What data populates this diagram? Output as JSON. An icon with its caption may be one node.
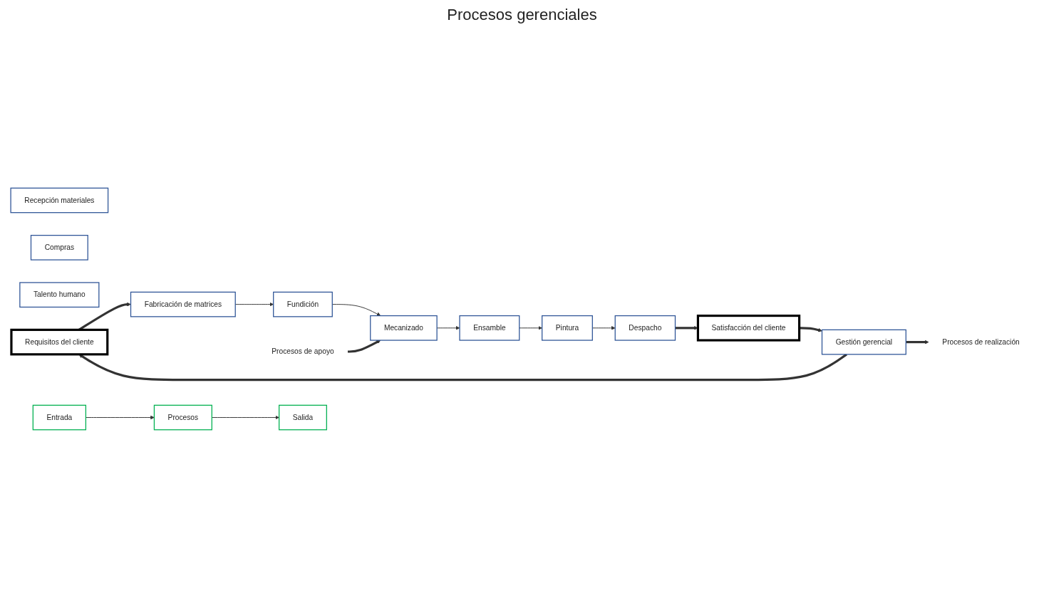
{
  "diagram": {
    "nodes": [
      {
        "text": [
          "Requisitos del cliente"
        ]
      },
      {
        "text": [
          "Gestión gerencial"
        ]
      },
      {
        "text": [
          "Satisfacción del cliente"
        ]
      },
      {
        "text": [
          "Procesos de realización"
        ]
      },
      {
        "text": [
          "Fabricación de matrices"
        ]
      },
      {
        "text": [
          "Fundición"
        ]
      },
      {
        "text": [
          "Mecanizado"
        ]
      },
      {
        "text": [
          "Ensamble"
        ]
      },
      {
        "text": [
          "Pintura"
        ]
      },
      {
        "text": [
          "Despacho"
        ]
      },
      {
        "text": [
          "Procesos de apoyo"
        ]
      },
      {
        "text": [
          "Recepción materiales"
        ]
      },
      {
        "text": [
          "Compras"
        ]
      },
      {
        "text": [
          "Talento humano"
        ]
      },
      {
        "text": [
          "Entrada"
        ]
      },
      {
        "text": [
          "Procesos"
        ]
      },
      {
        "text": [
          "Salida"
        ]
      }
    ],
    "edges": [
      {
        "from": 1,
        "to": 0,
        "arrow": "to",
        "style": "thick"
      },
      {
        "from": 2,
        "to": 1,
        "arrow": "to",
        "style": "thick"
      },
      {
        "from": 1,
        "to": 3,
        "arrow": "to",
        "style": "thick"
      },
      {
        "from": 0,
        "to": 4,
        "arrow": "to",
        "style": "thick"
      },
      {
        "from": 4,
        "to": 5,
        "arrow": "to"
      },
      {
        "from": 5,
        "to": 6,
        "arrow": "to"
      },
      {
        "from": 6,
        "to": 7,
        "arrow": "to"
      },
      {
        "from": 7,
        "to": 8,
        "arrow": "to"
      },
      {
        "from": 8,
        "to": 9,
        "arrow": "to"
      },
      {
        "from": 9,
        "to": 2,
        "arrow": "to",
        "style": "thick"
      },
      {
        "from": 10,
        "to": 6,
        "arrow": "to",
        "style": "thick"
      },
      {
        "from": 14,
        "to": 15,
        "arrow": "to"
      },
      {
        "from": 15,
        "to": 16,
        "arrow": "to"
      }
    ],
    "labels": [
      "Procesos gerenciales"
    ]
  }
}
